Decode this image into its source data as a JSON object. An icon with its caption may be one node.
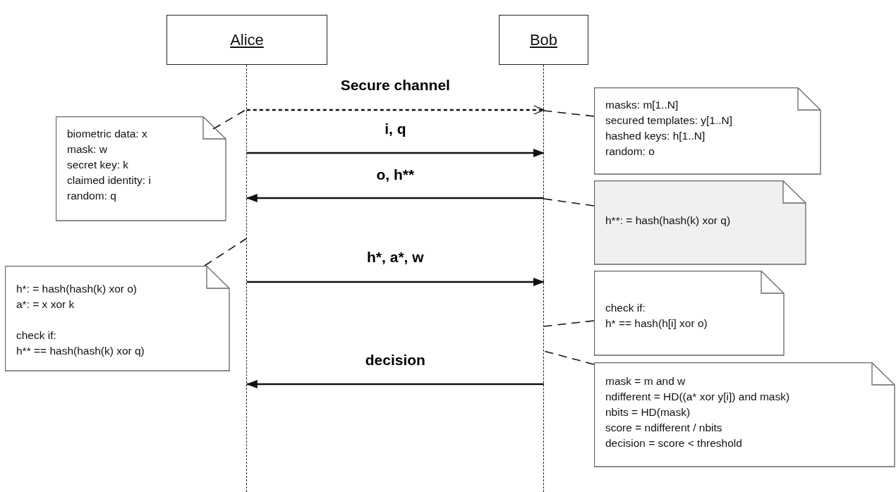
{
  "diagram": {
    "nodes": [
      {
        "text": [
          "Alice"
        ]
      },
      {
        "text": [
          "Bob"
        ]
      },
      {
        "text": [],
        "shape": "line"
      },
      {
        "text": [],
        "shape": "line"
      },
      {
        "text": [
          "biometric data: x",
          "mask: w",
          "secret key: k",
          "claimed identity: i",
          "random: q"
        ]
      },
      {
        "text": [
          "masks: m[1..N]",
          "secured templates: y[1..N]",
          "hashed keys: h[1..N]",
          "random: o"
        ]
      },
      {
        "text": [
          "h**: = hash(hash(k) xor q)"
        ]
      },
      {
        "text": [
          "h*: = hash(hash(k) xor o)",
          "a*: = x xor k",
          "check if:",
          "h** == hash(hash(k) xor q)"
        ]
      },
      {
        "text": [
          "check if:",
          "h* == hash(h[i] xor o)"
        ]
      },
      {
        "text": [
          "mask = m and w",
          "ndifferent = HD((a* xor y[i]) and mask)",
          "nbits = HD(mask)",
          "score = ndifferent / nbits",
          "decision = score < threshold"
        ]
      }
    ],
    "edges": [
      {
        "from": 2,
        "to": 3,
        "arrow": "to",
        "label": "Secure channel",
        "style": "dashed"
      },
      {
        "from": 2,
        "to": 3,
        "arrow": "to",
        "label": "i, q"
      },
      {
        "from": 3,
        "to": 2,
        "arrow": "to",
        "label": "o, h**"
      },
      {
        "from": 2,
        "to": 3,
        "arrow": "to",
        "label": "h*, a*, w"
      },
      {
        "from": 3,
        "to": 2,
        "arrow": "to",
        "label": "decision"
      },
      {
        "from": 4,
        "to": 2,
        "arrow": "none",
        "style": "dashed"
      },
      {
        "from": 5,
        "to": 3,
        "arrow": "none",
        "style": "dashed"
      },
      {
        "from": 6,
        "to": 3,
        "arrow": "none",
        "style": "dashed"
      },
      {
        "from": 7,
        "to": 2,
        "arrow": "none",
        "style": "dashed"
      },
      {
        "from": 8,
        "to": 3,
        "arrow": "none",
        "style": "dashed"
      },
      {
        "from": 9,
        "to": 3,
        "arrow": "none",
        "style": "dashed"
      }
    ]
  }
}
